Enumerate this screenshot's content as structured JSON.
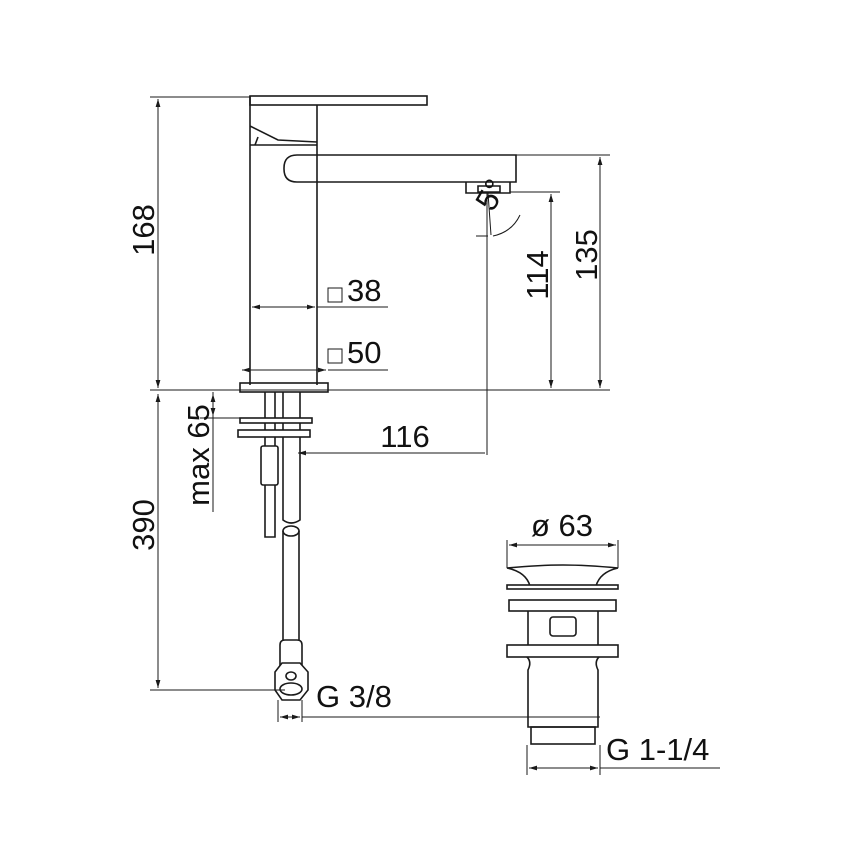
{
  "dimensions": {
    "total_height": "168",
    "spout_height": "135",
    "aerator_height": "114",
    "spout_angle": "5°",
    "spout_reach": "116",
    "body_width": "38",
    "base_width": "50",
    "max_deck_thickness": "max 65",
    "hose_length": "390",
    "hose_connection": "G 3/8",
    "drain_diameter": "ø 63",
    "drain_thread": "G 1-1/4"
  },
  "colors": {
    "line": "#1a1a1a",
    "background": "#ffffff"
  }
}
